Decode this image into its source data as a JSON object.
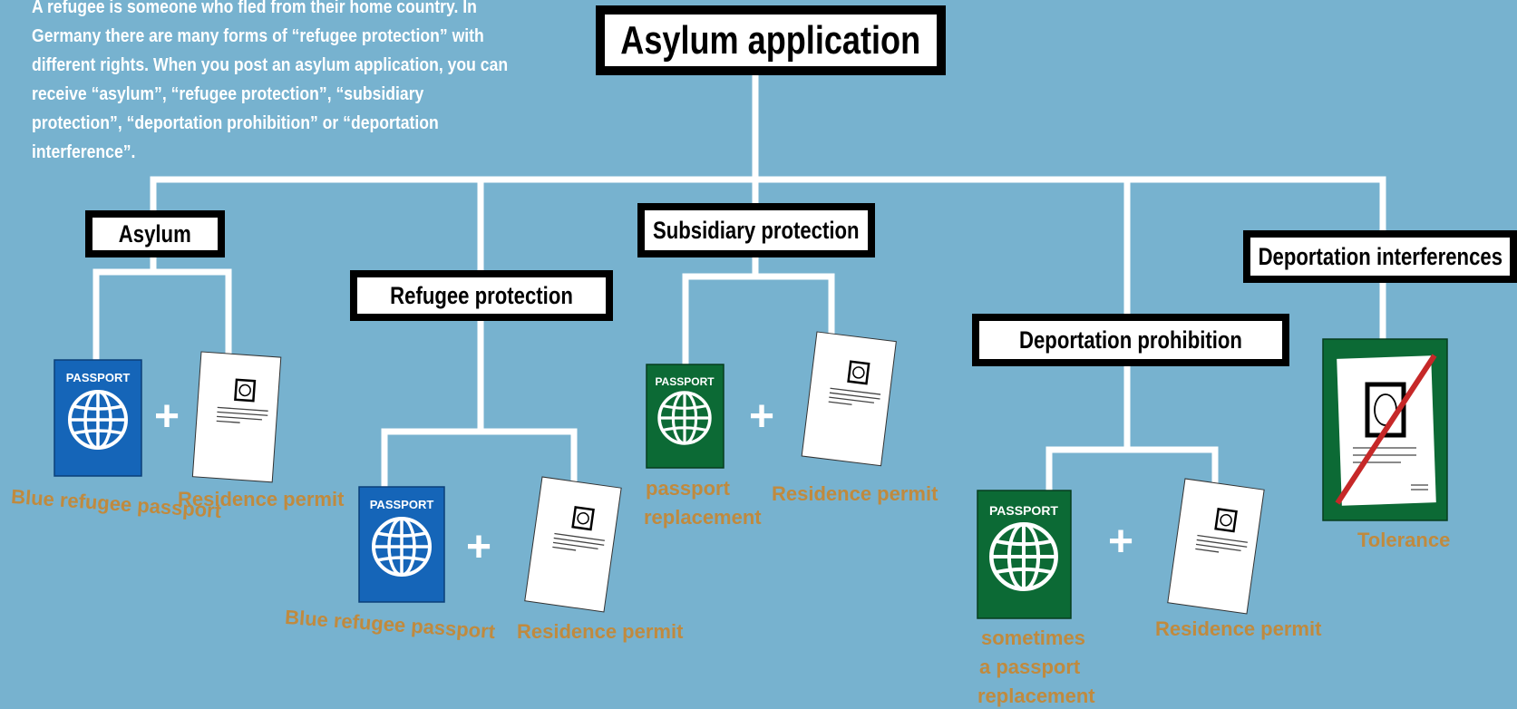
{
  "intro_text": "A refugee is someone who fled from their home country. In Germany there are many forms of “refugee protection” with different rights. When you post an asylum application, you can receive “asylum”, “refugee protection”, “subsidiary protection”, “deportation prohibition” or “deportation interference”.",
  "root": {
    "label": "Asylum application"
  },
  "branches": {
    "asylum": {
      "label": "Asylum",
      "doc1": "Blue refugee passport",
      "doc2": "Residence permit"
    },
    "refugee_protection": {
      "label": "Refugee protection",
      "doc1": "Blue refugee passport",
      "doc2": "Residence permit"
    },
    "subsidiary_protection": {
      "label": "Subsidiary protection",
      "doc1_line1": "passport",
      "doc1_line2": "replacement",
      "doc2": "Residence permit"
    },
    "deportation_prohibition": {
      "label": "Deportation prohibition",
      "doc1_line1": "sometimes",
      "doc1_line2": "a passport",
      "doc1_line3": "replacement",
      "doc2": "Residence permit"
    },
    "deportation_interferences": {
      "label": "Deportation interferences",
      "doc1": "Tolerance"
    }
  },
  "plus_symbol": "+",
  "passport_text": "PASSPORT",
  "colors": {
    "background": "#77b2cf",
    "connector": "#ffffff",
    "blue_passport": "#1565b8",
    "green_passport": "#0c6a35",
    "label": "#c08a3e",
    "strike": "#c62828"
  },
  "icons": [
    "blue-passport-icon",
    "green-passport-icon",
    "residence-permit-icon",
    "tolerance-card-icon",
    "plus-icon"
  ]
}
